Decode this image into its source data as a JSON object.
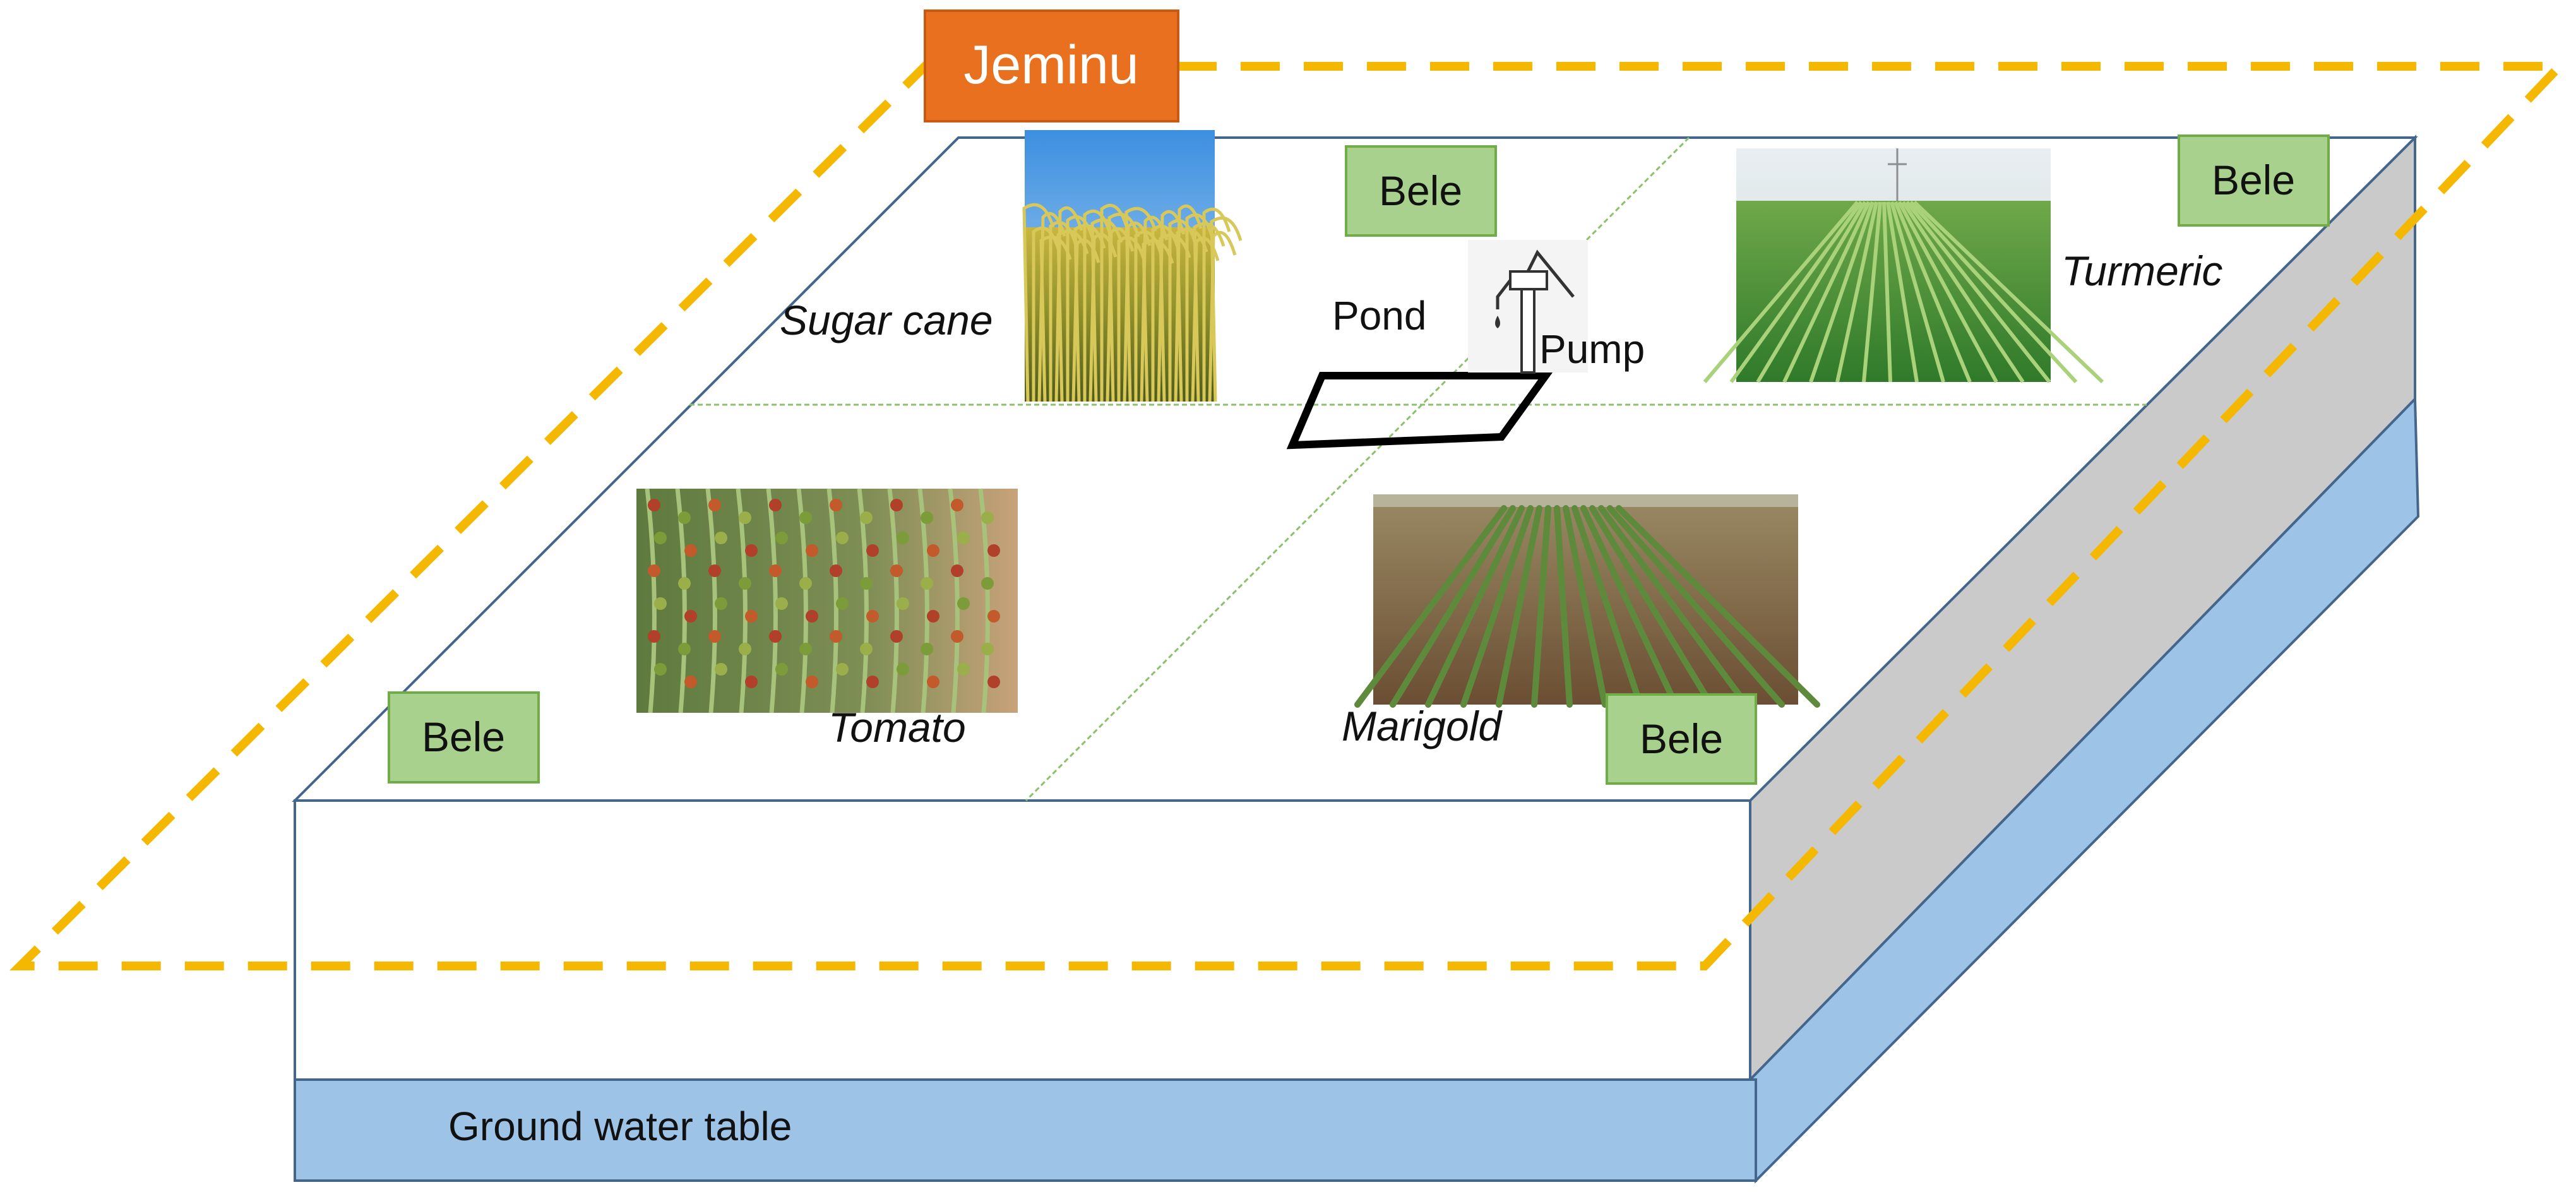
{
  "title": "Jeminu",
  "plots": {
    "sugarcane": "Sugar cane",
    "turmeric": "Turmeric",
    "tomato": "Tomato",
    "marigold": "Marigold"
  },
  "pond_label": "Pond",
  "pump_label": "Pump",
  "bele_labels": [
    "Bele",
    "Bele",
    "Bele",
    "Bele"
  ],
  "ground_water_label": "Ground water table",
  "colors": {
    "title_fill": "#E8701F",
    "bele_fill": "#A9D18E",
    "bele_stroke": "#70AD47",
    "boundary_dash": "#F4B800",
    "slab_edge": "#44658C",
    "water_fill": "#9DC3E6",
    "side_fill": "#CACACA",
    "divider": "#8CC06E"
  },
  "icons": [
    "sugarcane-photo",
    "turmeric-photo",
    "tomato-photo",
    "marigold-photo",
    "hand-pump-icon"
  ]
}
